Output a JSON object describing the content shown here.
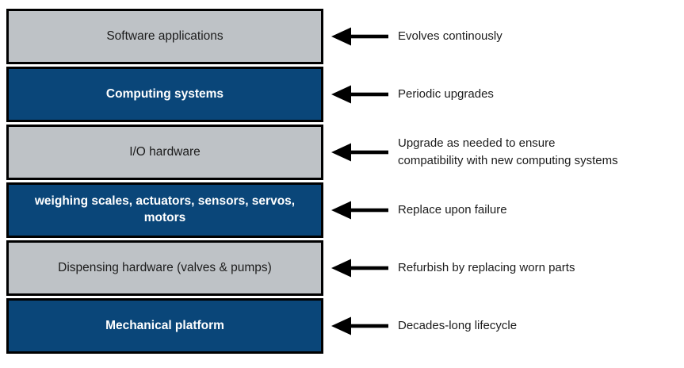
{
  "colors": {
    "blue": "#0a4679",
    "gray": "#bec2c6",
    "border": "#000000",
    "arrow": "#000000",
    "text-dark": "#1c1c1c",
    "text-light": "#ffffff"
  },
  "layers": [
    {
      "label": "Software applications",
      "variant": "gray",
      "annotation": "Evolves continously"
    },
    {
      "label": "Computing systems",
      "variant": "blue",
      "annotation": "Periodic upgrades"
    },
    {
      "label": "I/O hardware",
      "variant": "gray",
      "annotation": "Upgrade as needed to ensure\ncompatibility with new computing systems"
    },
    {
      "label": "weighing scales, actuators, sensors, servos, motors",
      "variant": "blue",
      "annotation": "Replace upon failure"
    },
    {
      "label": "Dispensing hardware (valves & pumps)",
      "variant": "gray",
      "annotation": "Refurbish by replacing worn parts"
    },
    {
      "label": "Mechanical platform",
      "variant": "blue",
      "annotation": "Decades-long lifecycle"
    }
  ]
}
